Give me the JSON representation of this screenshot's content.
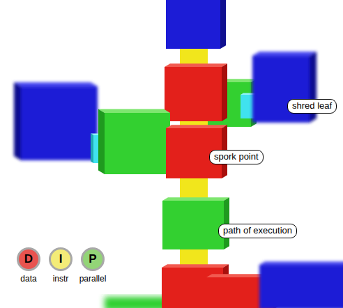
{
  "diagram": {
    "nodes": [
      {
        "text": [
          "shred leaf"
        ]
      },
      {
        "text": [
          "spork point"
        ]
      },
      {
        "text": [
          "path of execution"
        ]
      }
    ],
    "labels": [
      "D",
      "I",
      "P"
    ],
    "legend": [
      {
        "text": "data",
        "color": "#e8534f"
      },
      {
        "text": "instr",
        "color": "#f3ec78"
      },
      {
        "text": "parallel",
        "color": "#93d477"
      }
    ]
  }
}
